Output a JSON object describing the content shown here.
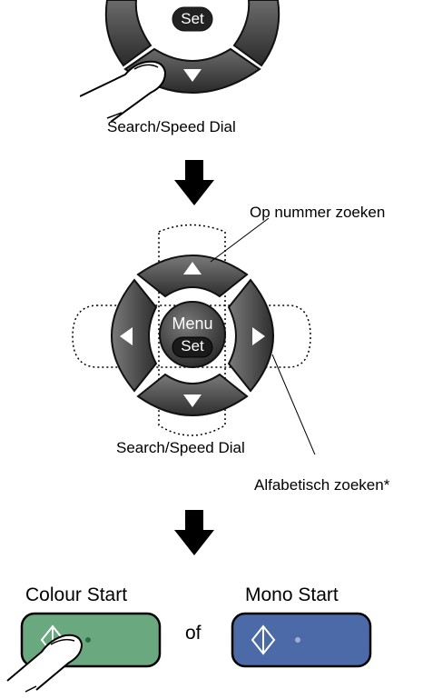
{
  "top_pad": {
    "set_label": "Set",
    "caption": "Search/Speed Dial"
  },
  "arrows": [
    "down-arrow-icon",
    "down-arrow-icon"
  ],
  "callouts": {
    "up": "Op nummer zoeken",
    "right": "Alfabetisch zoeken*"
  },
  "main_pad": {
    "menu_label": "Menu",
    "set_label": "Set",
    "caption": "Search/Speed Dial"
  },
  "buttons": {
    "colour_label": "Colour Start",
    "separator": "of",
    "mono_label": "Mono Start",
    "colour_color": "#6aa97f",
    "mono_color": "#4d6aa8"
  },
  "icons": [
    "hand-pointer-icon",
    "diamond-start-icon",
    "triangle-up-icon",
    "triangle-down-icon",
    "triangle-left-icon",
    "triangle-right-icon"
  ]
}
